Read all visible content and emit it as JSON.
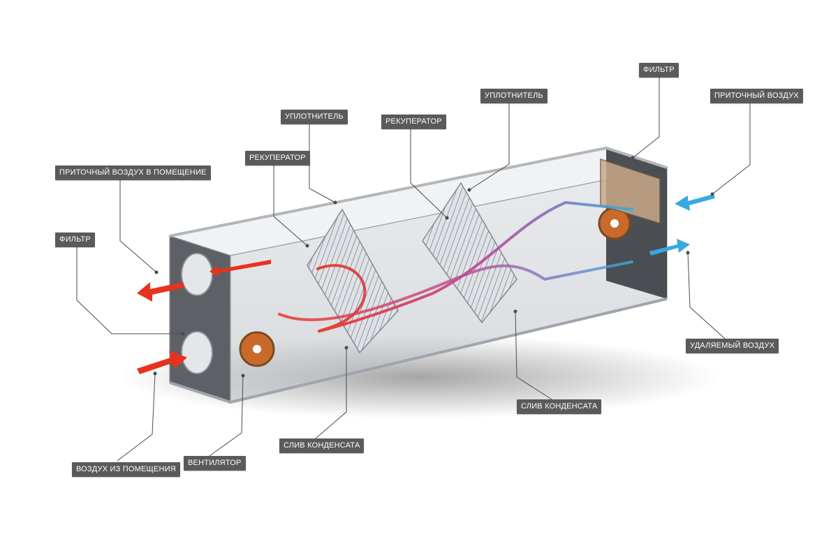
{
  "labels": {
    "supply_air_room": "ПРИТОЧНЫЙ ВОЗДУХ В ПОМЕЩЕНИЕ",
    "filter_left": "ФИЛЬТР",
    "recuperator_left": "РЕКУПЕРАТОР",
    "seal_left": "УПЛОТНИТЕЛЬ",
    "recuperator_right": "РЕКУПЕРАТОР",
    "seal_right": "УПЛОТНИТЕЛЬ",
    "filter_right": "ФИЛЬТР",
    "supply_air": "ПРИТОЧНЫЙ ВОЗДУХ",
    "exhaust_air": "УДАЛЯЕМЫЙ ВОЗДУХ",
    "condensate_drain_right": "СЛИВ КОНДЕНСАТА",
    "condensate_drain_left": "СЛИВ КОНДЕНСАТА",
    "fan": "ВЕНТИЛЯТОР",
    "air_from_room": "ВОЗДУХ ИЗ ПОМЕЩЕНИЯ"
  },
  "colors": {
    "warm_air": "#e8321e",
    "cool_air": "#3aa8e0",
    "callout_bg": "#5a5a5a",
    "callout_text": "#ffffff"
  }
}
